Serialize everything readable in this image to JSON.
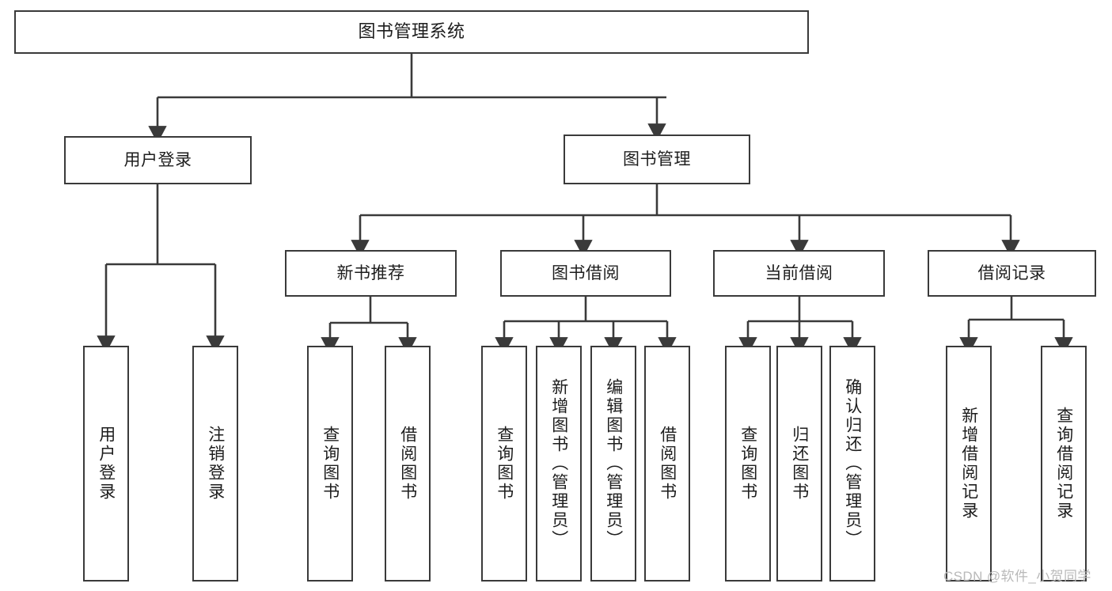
{
  "diagram": {
    "title": "图书管理系统",
    "root": {
      "label": "图书管理系统"
    },
    "level2": [
      {
        "label": "用户登录"
      },
      {
        "label": "图书管理"
      }
    ],
    "level3": [
      {
        "label": "新书推荐"
      },
      {
        "label": "图书借阅"
      },
      {
        "label": "当前借阅"
      },
      {
        "label": "借阅记录"
      }
    ],
    "leaves": {
      "user_login": [
        {
          "label": "用户登录"
        },
        {
          "label": "注销登录"
        }
      ],
      "new_book_recommend": [
        {
          "label": "查询图书"
        },
        {
          "label": "借阅图书"
        }
      ],
      "book_borrow": [
        {
          "label": "查询图书"
        },
        {
          "label": "新增图书（管理员）"
        },
        {
          "label": "编辑图书（管理员）"
        },
        {
          "label": "借阅图书"
        }
      ],
      "current_borrow": [
        {
          "label": "查询图书"
        },
        {
          "label": "归还图书"
        },
        {
          "label": "确认归还（管理员）"
        }
      ],
      "borrow_record": [
        {
          "label": "新增借阅记录"
        },
        {
          "label": "查询借阅记录"
        }
      ]
    }
  },
  "watermark": {
    "text": "CSDN @软件_小贺同学"
  },
  "colors": {
    "stroke": "#3a3a3a",
    "box_fill": "#ffffff",
    "text": "#1d1d1d",
    "watermark": "#b9b9b9",
    "background": "#ffffff"
  }
}
